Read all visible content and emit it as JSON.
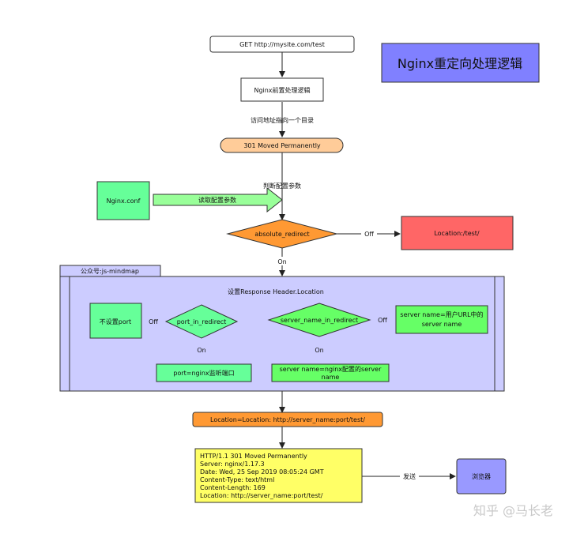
{
  "title": "Nginx重定向处理逻辑",
  "nodes": {
    "get_request": "GET http://mysite.com/test",
    "nginx_pre": "Nginx前置处理逻辑",
    "moved_301": "301 Moved Permanently",
    "nginx_conf": "Nginx.conf",
    "absolute_redirect": "absolute_redirect",
    "location_test": "Location:/test/",
    "group_tab": "公众号:js-mindmap",
    "group_title": "设置Response Header.Location",
    "no_port": "不设置port",
    "port_in_redirect": "port_in_redirect",
    "port_listen": "port=nginx监听端口",
    "server_name_in_redirect": "server_name_in_redirect",
    "server_name_user_1": "server name=用户URL中的",
    "server_name_user_2": "server name",
    "server_name_conf_1": "server name=nginx配置的server",
    "server_name_conf_2": "name",
    "location_full": "Location=Location: http://server_name:port/test/",
    "browser": "浏览器"
  },
  "response": [
    "HTTP/1.1 301 Moved Permanently",
    "Server: nginx/1.17.3",
    "Date: Wed, 25 Sep 2019 08:05:24 GMT",
    "Content-Type: text/html",
    "Content-Length: 169",
    "Location: http://server_name:port/test/"
  ],
  "edge_labels": {
    "point_dir": "访问地址指向一个目录",
    "judge_params": "判断配置参数",
    "read_conf": "读取配置参数",
    "off_abs": "Off",
    "on_abs": "On",
    "off_port": "Off",
    "on_port": "On",
    "off_server": "Off",
    "on_server": "On",
    "send": "发送"
  },
  "watermark": "知乎 @马长老",
  "colors": {
    "title_fill": "#8080ff",
    "peach": "#ffcc99",
    "orange": "#ff9933",
    "red_box": "#ff6666",
    "group_bg": "#ccccff",
    "mint": "#66ff99",
    "green": "#66ff66",
    "yellow": "#ffff66",
    "purple": "#9999ff"
  }
}
